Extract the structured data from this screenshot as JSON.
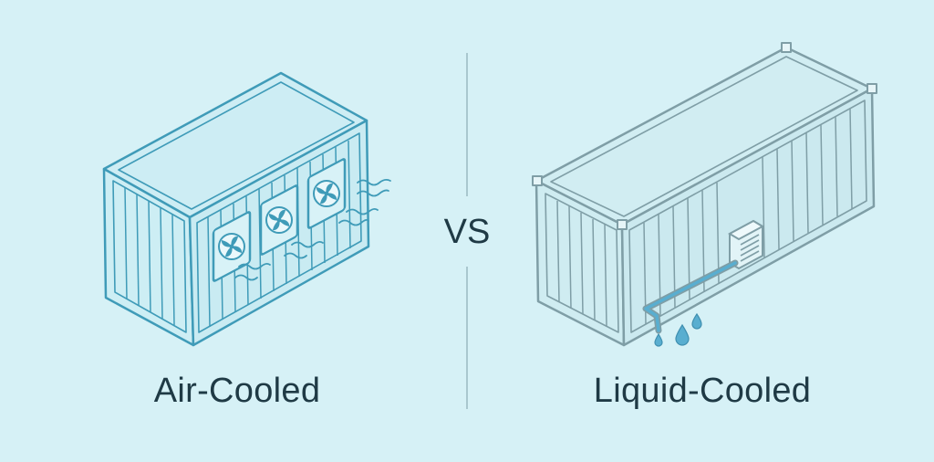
{
  "diagram": {
    "left_label": "Air-Cooled",
    "right_label": "Liquid-Cooled",
    "separator_label": "VS"
  },
  "colors": {
    "background": "#d6f1f6",
    "air_container_stroke": "#3f9bb8",
    "liquid_container_stroke": "#7f9ea6",
    "water_accent": "#59aed0",
    "text": "#1f3a45",
    "divider": "#a9c7ce"
  },
  "icons": {
    "fan": "fan-icon",
    "water_drop": "water-drop-icon",
    "vent": "vent-grille-icon",
    "air_flow": "air-flow-icon"
  }
}
